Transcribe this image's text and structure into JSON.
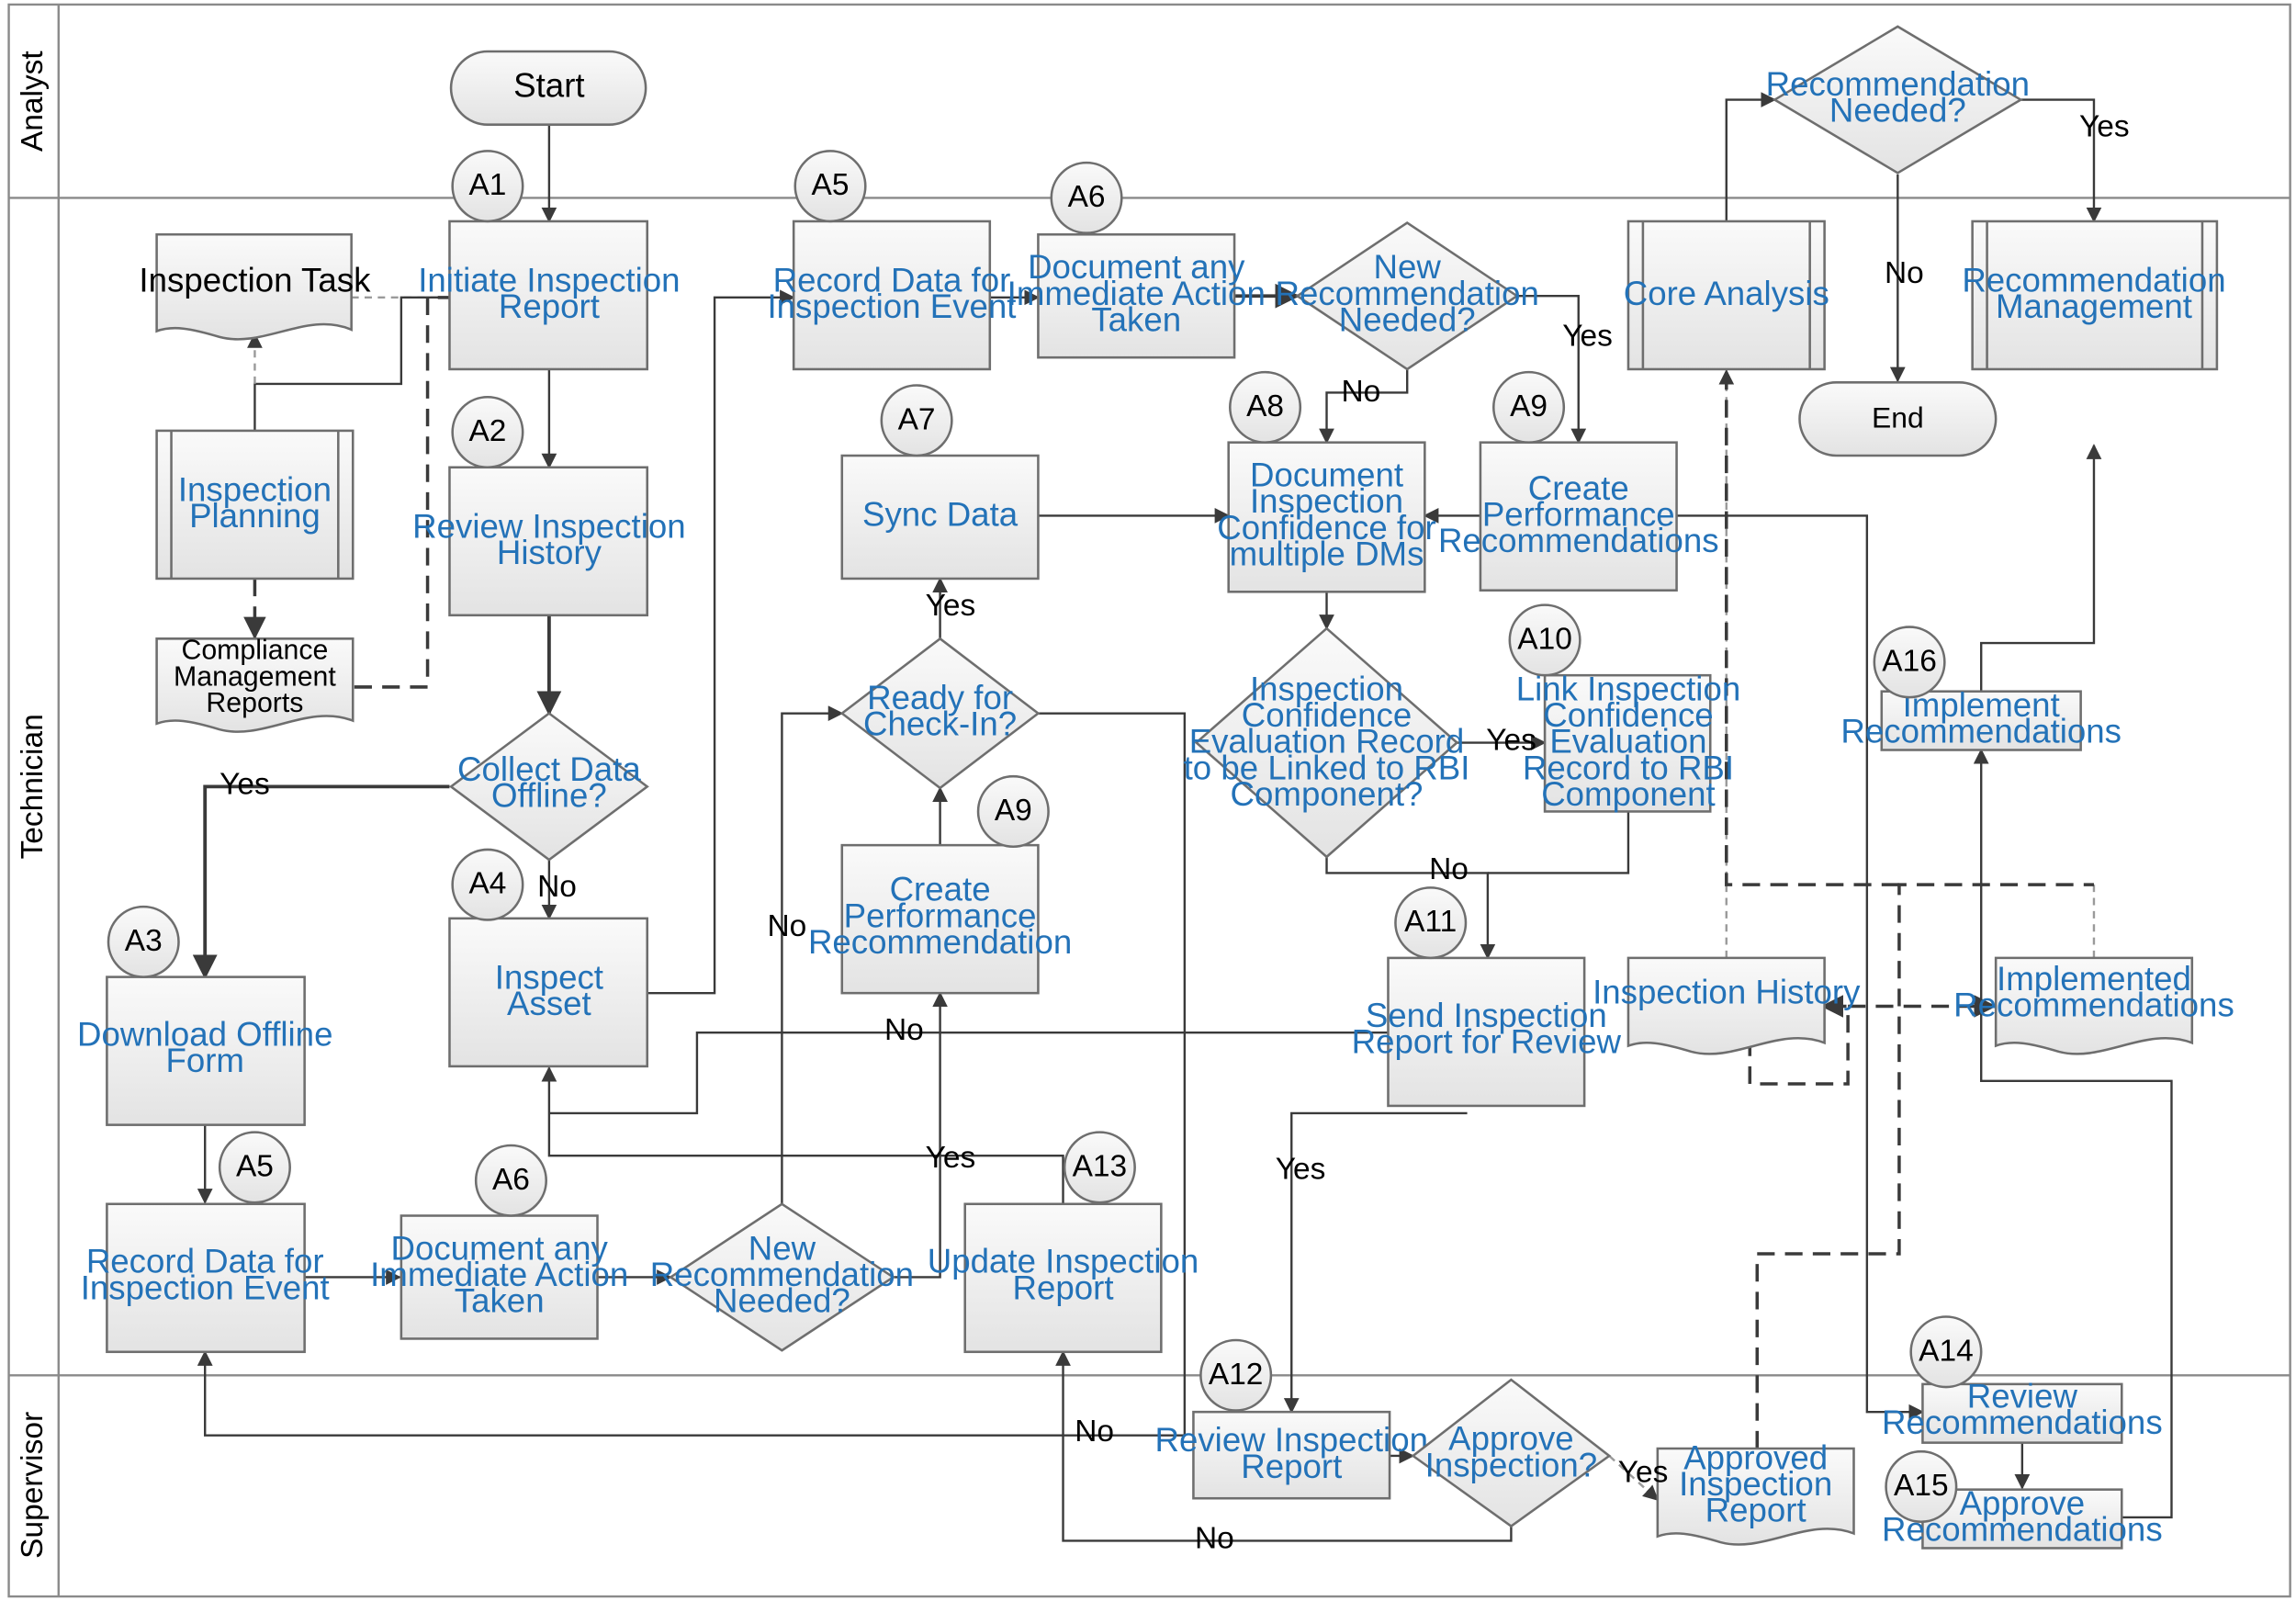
{
  "lanes": [
    {
      "id": "analyst",
      "label": "Analyst"
    },
    {
      "id": "technician",
      "label": "Technician"
    },
    {
      "id": "supervisor",
      "label": "Supervisor"
    }
  ],
  "nodes": {
    "start": {
      "label": [
        "Start"
      ]
    },
    "initiate": {
      "label": [
        "Initiate Inspection",
        "Report"
      ]
    },
    "review_history": {
      "label": [
        "Review Inspection",
        "History"
      ]
    },
    "inspection_task": {
      "label": [
        "Inspection Task"
      ]
    },
    "inspection_planning": {
      "label": [
        "Inspection",
        "Planning"
      ]
    },
    "compliance_reports": {
      "label": [
        "Compliance",
        "Management",
        "Reports"
      ]
    },
    "collect_offline": {
      "label": [
        "Collect Data",
        "Offline?"
      ]
    },
    "download_form": {
      "label": [
        "Download Offline",
        "Form"
      ]
    },
    "inspect_asset": {
      "label": [
        "Inspect",
        "Asset"
      ]
    },
    "record_data_bottom": {
      "label": [
        "Record Data for",
        "Inspection Event"
      ]
    },
    "document_action_bottom": {
      "label": [
        "Document any",
        "Immediate Action",
        "Taken"
      ]
    },
    "new_rec_bottom": {
      "label": [
        "New",
        "Recommendation",
        "Needed?"
      ]
    },
    "update_report": {
      "label": [
        "Update Inspection",
        "Report"
      ]
    },
    "record_data_top": {
      "label": [
        "Record Data for",
        "Inspection Event"
      ]
    },
    "document_action_top": {
      "label": [
        "Document any",
        "Immediate Action",
        "Taken"
      ]
    },
    "new_rec_top": {
      "label": [
        "New",
        "Recommendation",
        "Needed?"
      ]
    },
    "sync_data": {
      "label": [
        "Sync Data"
      ]
    },
    "ready_checkin": {
      "label": [
        "Ready for",
        "Check-In?"
      ]
    },
    "create_perf_rec": {
      "label": [
        "Create",
        "Performance",
        "Recommendation"
      ]
    },
    "document_confidence": {
      "label": [
        "Document",
        "Inspection",
        "Confidence for",
        "multiple DMs"
      ]
    },
    "create_perf_recs": {
      "label": [
        "Create",
        "Performance",
        "Recommendations"
      ]
    },
    "link_question": {
      "label": [
        "Inspection",
        "Confidence",
        "Evaluation Record",
        "to be Linked to RBI",
        "Component?"
      ]
    },
    "link_record": {
      "label": [
        "Link Inspection",
        "Confidence",
        "Evaluation",
        "Record to RBI",
        "Component"
      ]
    },
    "send_review": {
      "label": [
        "Send Inspection",
        "Report for Review"
      ]
    },
    "core_analysis": {
      "label": [
        "Core Analysis"
      ]
    },
    "rec_needed": {
      "label": [
        "Recommendation",
        "Needed?"
      ]
    },
    "end": {
      "label": [
        "End"
      ]
    },
    "rec_management": {
      "label": [
        "Recommendation",
        "Management"
      ]
    },
    "inspection_history_doc": {
      "label": [
        "Inspection History"
      ]
    },
    "implemented_recs": {
      "label": [
        "Implemented",
        "Recommendations"
      ]
    },
    "implement_recs": {
      "label": [
        "Implement",
        "Recommendations"
      ]
    },
    "review_report": {
      "label": [
        "Review Inspection",
        "Report"
      ]
    },
    "approve_inspection": {
      "label": [
        "Approve",
        "Inspection?"
      ]
    },
    "approved_report": {
      "label": [
        "Approved",
        "Inspection",
        "Report"
      ]
    },
    "review_recs": {
      "label": [
        "Review",
        "Recommendations"
      ]
    },
    "approve_recs": {
      "label": [
        "Approve",
        "Recommendations"
      ]
    }
  },
  "step_markers": {
    "a1": "A1",
    "a2": "A2",
    "a3": "A3",
    "a4": "A4",
    "a5_top": "A5",
    "a6_top": "A6",
    "a5_bottom": "A5",
    "a6_bottom": "A6",
    "a7": "A7",
    "a8": "A8",
    "a9_top": "A9",
    "a9_mid": "A9",
    "a10": "A10",
    "a11": "A11",
    "a12": "A12",
    "a13": "A13",
    "a14": "A14",
    "a15": "A15",
    "a16": "A16"
  },
  "edge_labels": {
    "yes": "Yes",
    "no": "No"
  }
}
